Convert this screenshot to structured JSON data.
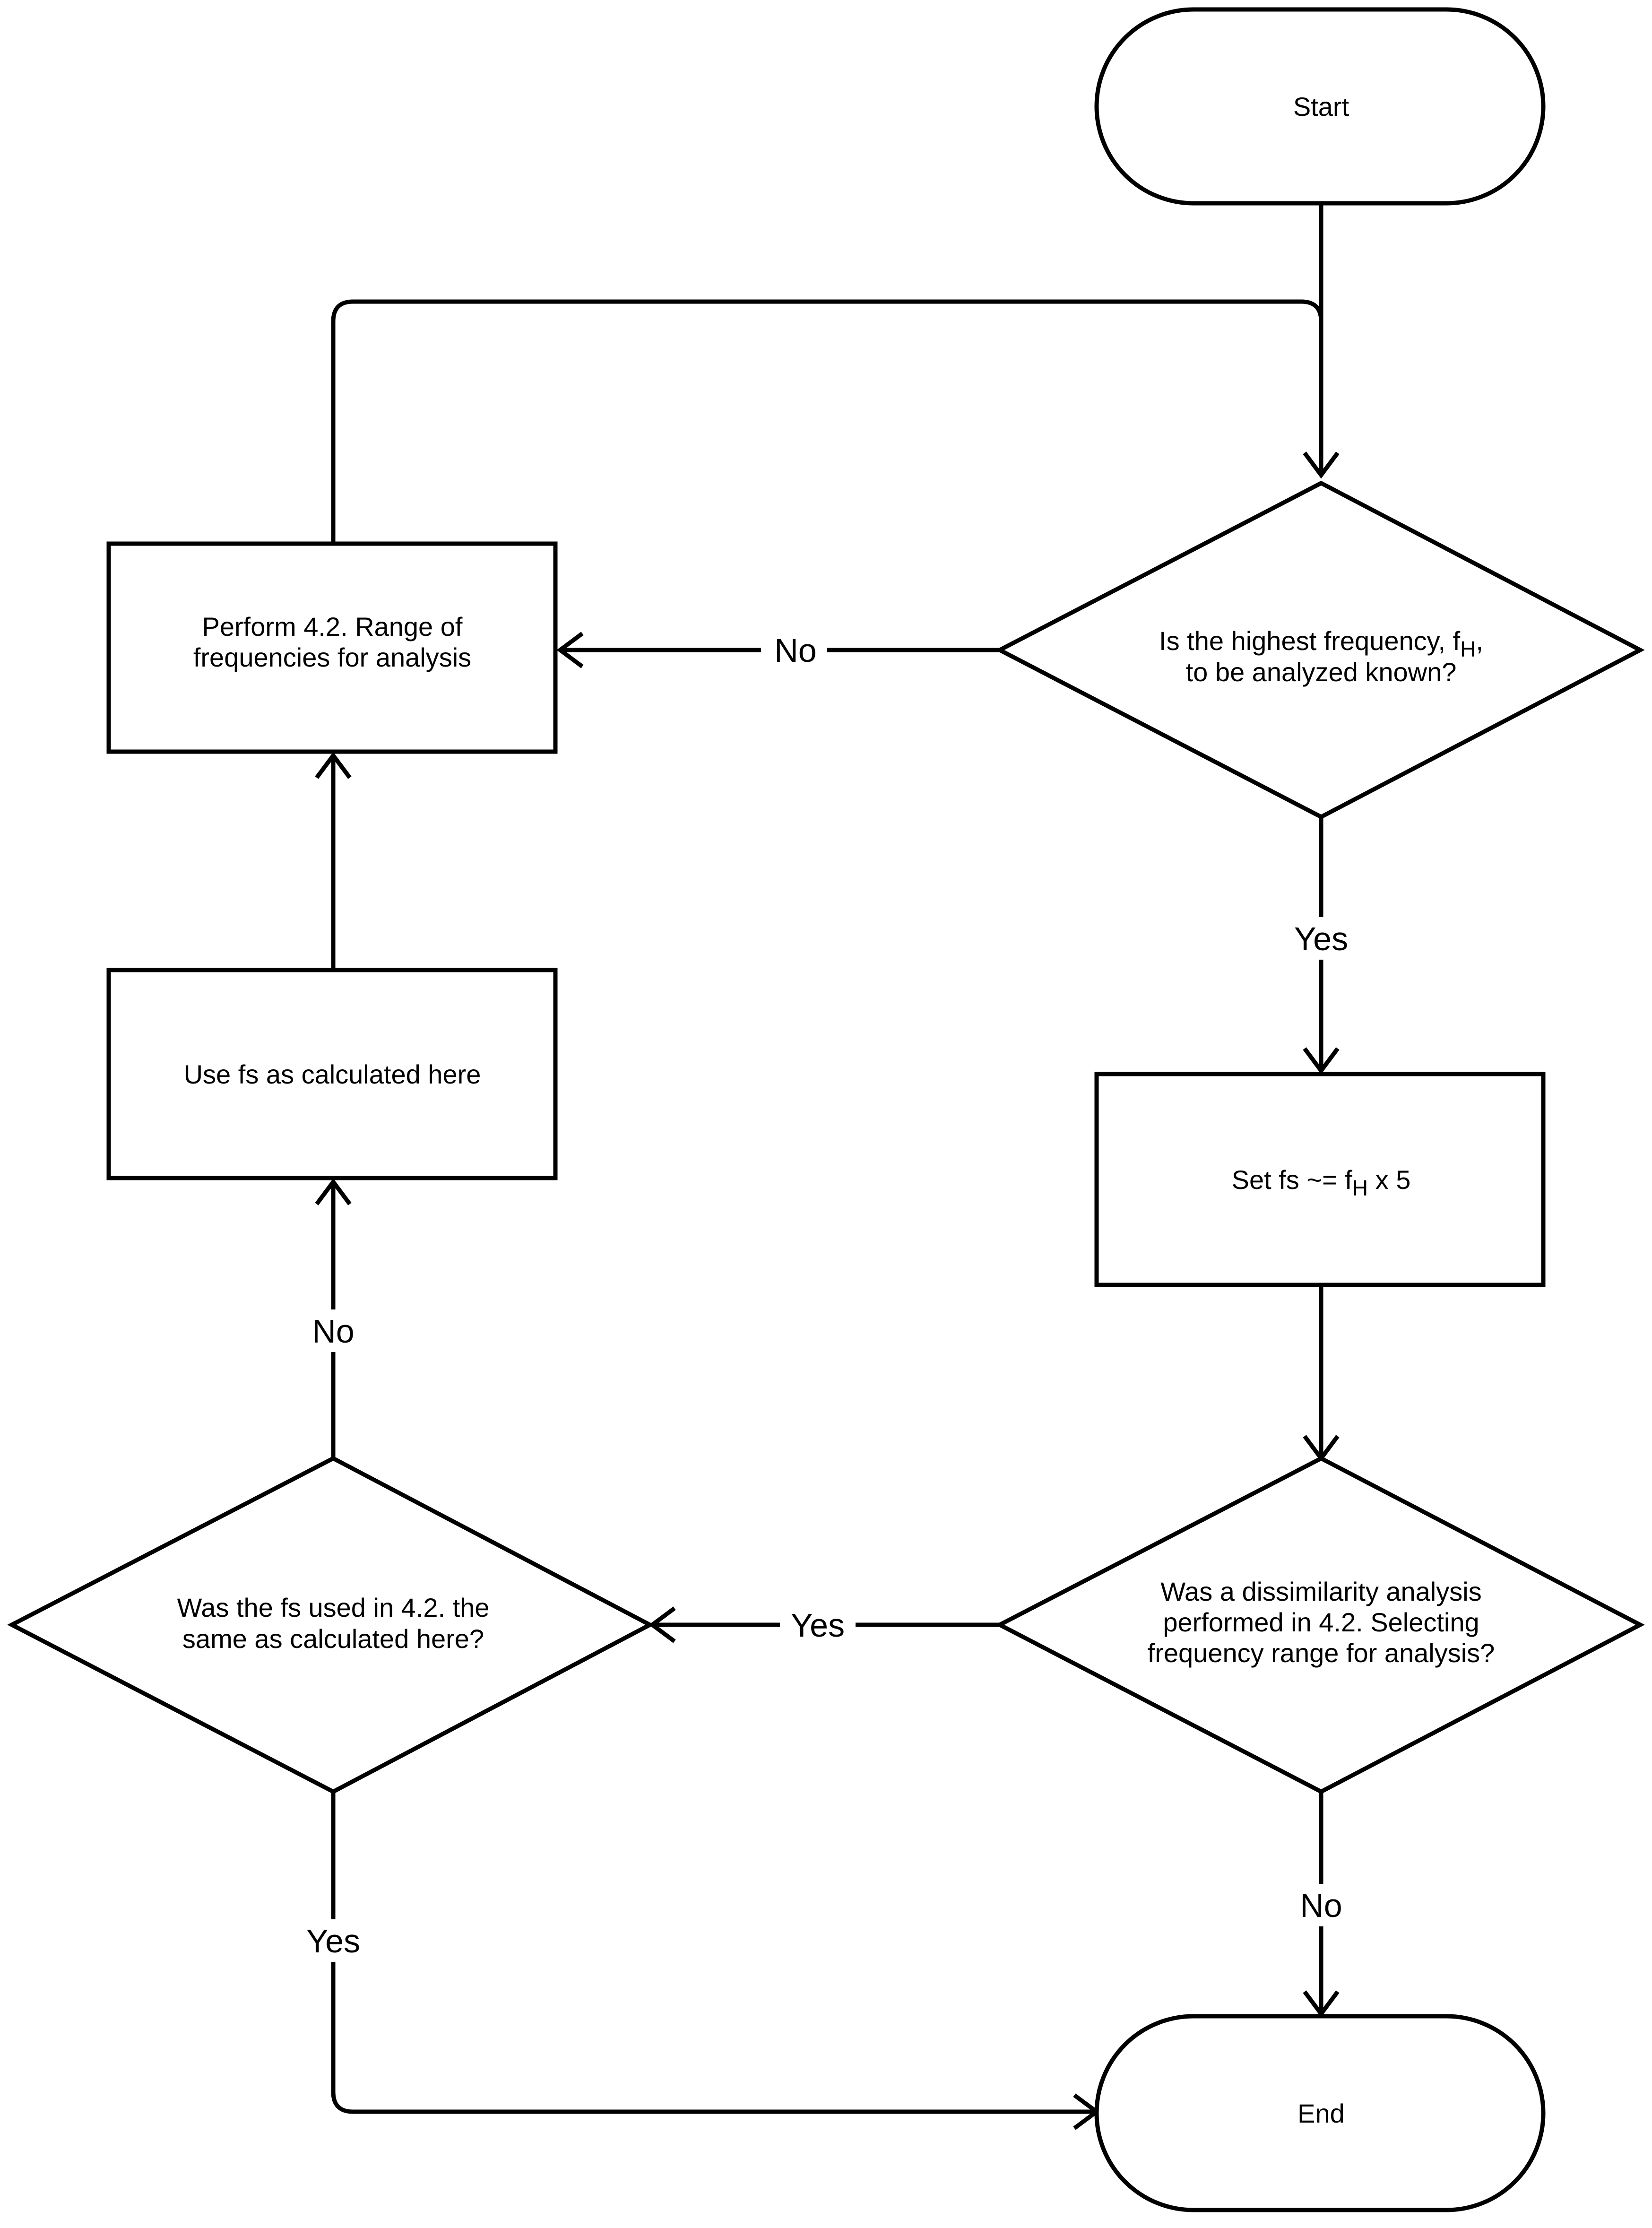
{
  "diagram": {
    "type": "flowchart",
    "nodes": {
      "start": {
        "label": "Start"
      },
      "q_fh_known": {
        "line1": "Is the highest frequency, f",
        "sub1": "H",
        "line1_end": ",",
        "line2": "to be analyzed known?"
      },
      "perform_42": {
        "line1": "Perform 4.2. Range of",
        "line2": "frequencies for analysis"
      },
      "use_fs": {
        "label": "Use fs as calculated here"
      },
      "set_fs": {
        "prefix": "Set fs ~= f",
        "sub": "H",
        "suffix": " x 5"
      },
      "q_dissimilarity": {
        "line1": "Was a dissimilarity analysis",
        "line2": "performed in 4.2. Selecting",
        "line3": "frequency range for analysis?"
      },
      "q_fs_same": {
        "line1": "Was the fs used in 4.2. the",
        "line2": "same as calculated here?"
      },
      "end": {
        "label": "End"
      }
    },
    "edges": {
      "q1_no": "No",
      "q1_yes": "Yes",
      "q2_yes": "Yes",
      "q2_no": "No",
      "q3_no": "No",
      "q3_yes": "Yes"
    }
  }
}
